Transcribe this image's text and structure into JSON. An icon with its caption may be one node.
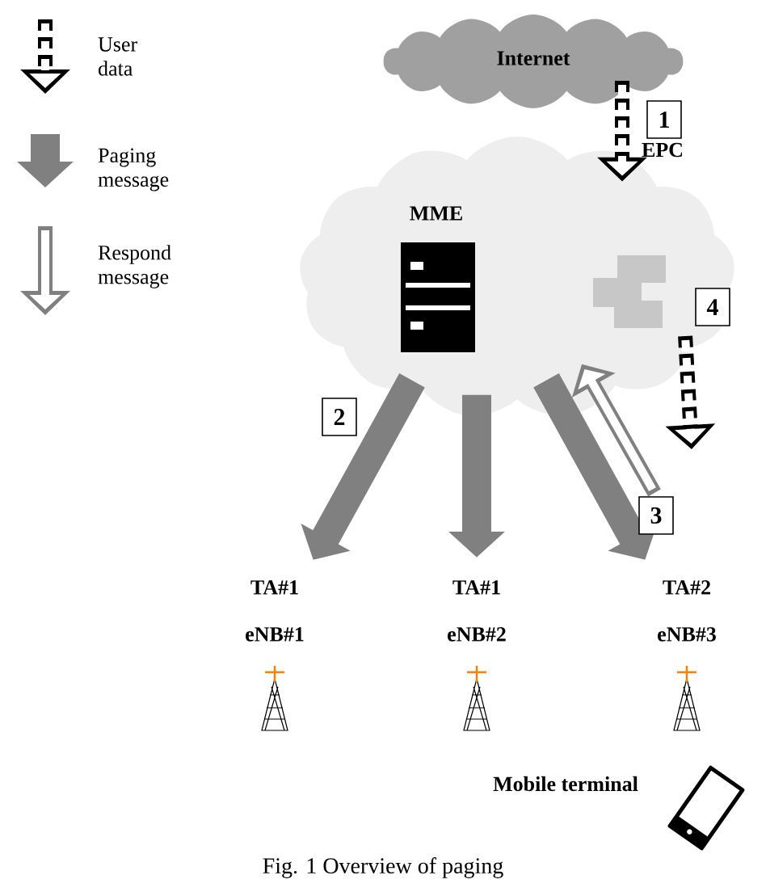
{
  "diagram": {
    "caption": "Fig. 1 Overview of paging",
    "nodes": [
      {
        "text": [
          "Internet"
        ]
      },
      {
        "text": [
          "EPC"
        ]
      },
      {
        "text": [
          "MME"
        ],
        "in": 1
      },
      {
        "text": [
          "TA#1",
          "eNB#1"
        ]
      },
      {
        "text": [
          "TA#1",
          "eNB#2"
        ]
      },
      {
        "text": [
          "TA#2",
          "eNB#3"
        ]
      },
      {
        "text": [
          "Mobile terminal"
        ]
      }
    ],
    "edges": [
      {
        "from": 0,
        "to": 1,
        "arrow": "to",
        "style": "dashed",
        "color": "#000000",
        "label": "1"
      },
      {
        "from": 1,
        "to": 3,
        "arrow": "to",
        "style": "thick",
        "label": "2"
      },
      {
        "from": 1,
        "to": 4,
        "arrow": "to",
        "style": "thick"
      },
      {
        "from": 1,
        "to": 5,
        "arrow": "to",
        "style": "thick"
      },
      {
        "from": null,
        "to": 1,
        "arrow": "to",
        "label": "3"
      },
      {
        "from": 1,
        "to": null,
        "arrow": "to",
        "style": "dashed",
        "color": "#000000",
        "label": "4"
      }
    ],
    "legend": [
      {
        "text": "User data"
      },
      {
        "text": "Paging message"
      },
      {
        "text": "Respond message"
      }
    ]
  }
}
